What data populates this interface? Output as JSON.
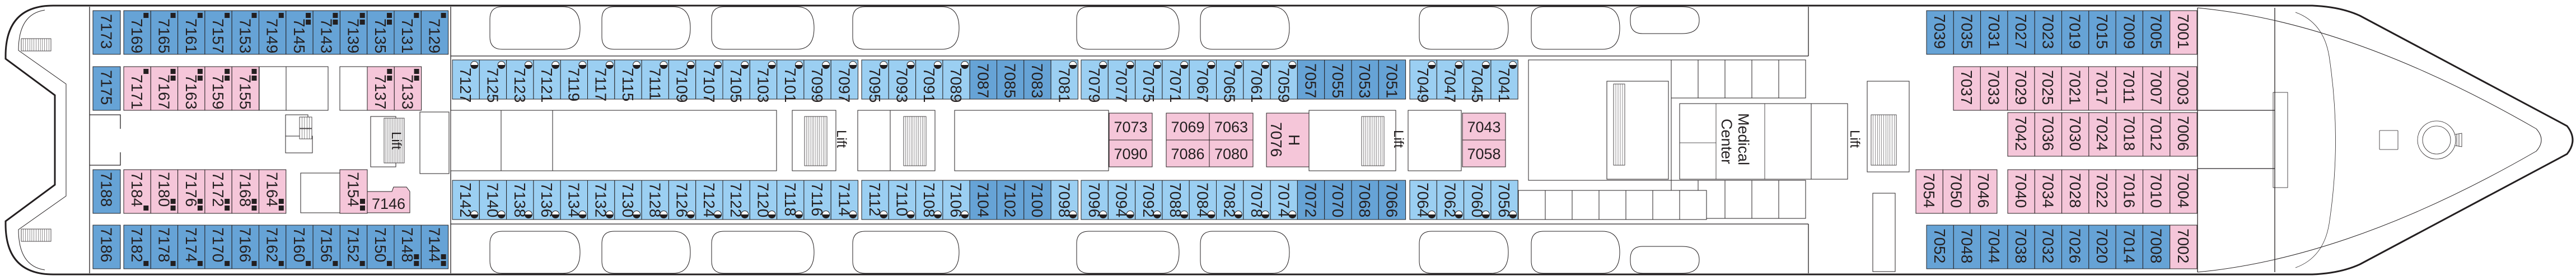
{
  "colors": {
    "category_dark_blue": "#66a3d6",
    "category_light_blue": "#9bcff2",
    "category_pink": "#f5c6d9",
    "outline": "#231f20"
  },
  "labels": {
    "lift": "Lift",
    "medical_center_line1": "Medical",
    "medical_center_line2": "Center"
  },
  "cabins": {
    "stern_row1": [
      {
        "n": "7173",
        "cat": "dark_blue",
        "mark": ""
      },
      {
        "n": "7169",
        "cat": "dark_blue",
        "mark": "sq1"
      },
      {
        "n": "7165",
        "cat": "dark_blue",
        "mark": "sq1"
      },
      {
        "n": "7161",
        "cat": "dark_blue",
        "mark": "sq1"
      },
      {
        "n": "7157",
        "cat": "dark_blue",
        "mark": "sq1"
      },
      {
        "n": "7153",
        "cat": "dark_blue",
        "mark": "sq1"
      },
      {
        "n": "7149",
        "cat": "dark_blue",
        "mark": "sq1"
      },
      {
        "n": "7145",
        "cat": "dark_blue",
        "mark": "sq2"
      },
      {
        "n": "7143",
        "cat": "dark_blue",
        "mark": "sq2"
      },
      {
        "n": "7139",
        "cat": "dark_blue",
        "mark": "sq2"
      },
      {
        "n": "7135",
        "cat": "dark_blue",
        "mark": "sq2"
      },
      {
        "n": "7131",
        "cat": "dark_blue",
        "mark": "sq1"
      },
      {
        "n": "7129",
        "cat": "dark_blue",
        "mark": "sq1"
      }
    ],
    "stern_row2": [
      {
        "n": "7175",
        "cat": "dark_blue",
        "mark": ""
      },
      {
        "n": "7171",
        "cat": "pink",
        "mark": "sq1"
      },
      {
        "n": "7167",
        "cat": "pink",
        "mark": "sq2"
      },
      {
        "n": "7163",
        "cat": "pink",
        "mark": "sq2"
      },
      {
        "n": "7159",
        "cat": "pink",
        "mark": "sq2"
      },
      {
        "n": "7155",
        "cat": "pink",
        "mark": "sq2"
      },
      {
        "n": "7137",
        "cat": "pink",
        "mark": "sq2"
      },
      {
        "n": "7133",
        "cat": "pink",
        "mark": "sq2"
      }
    ],
    "stern_row3": [
      {
        "n": "7188",
        "cat": "dark_blue",
        "mark": ""
      },
      {
        "n": "7184",
        "cat": "pink",
        "mark": "sq1"
      },
      {
        "n": "7180",
        "cat": "pink",
        "mark": "sq2"
      },
      {
        "n": "7176",
        "cat": "pink",
        "mark": "sq2"
      },
      {
        "n": "7172",
        "cat": "pink",
        "mark": "sq2"
      },
      {
        "n": "7168",
        "cat": "pink",
        "mark": "sq2"
      },
      {
        "n": "7164",
        "cat": "pink",
        "mark": "sq2"
      },
      {
        "n": "7154",
        "cat": "pink",
        "mark": "sq2"
      },
      {
        "n": "7146",
        "cat": "pink",
        "mark": ""
      }
    ],
    "stern_row4": [
      {
        "n": "7186",
        "cat": "dark_blue",
        "mark": ""
      },
      {
        "n": "7182",
        "cat": "dark_blue",
        "mark": "sq1"
      },
      {
        "n": "7178",
        "cat": "dark_blue",
        "mark": "sq1"
      },
      {
        "n": "7174",
        "cat": "dark_blue",
        "mark": "sq1"
      },
      {
        "n": "7170",
        "cat": "dark_blue",
        "mark": "sq1"
      },
      {
        "n": "7166",
        "cat": "dark_blue",
        "mark": "sq1"
      },
      {
        "n": "7162",
        "cat": "dark_blue",
        "mark": "sq1"
      },
      {
        "n": "7160",
        "cat": "dark_blue",
        "mark": "sq1"
      },
      {
        "n": "7156",
        "cat": "dark_blue",
        "mark": "sq1"
      },
      {
        "n": "7152",
        "cat": "dark_blue",
        "mark": "sq1"
      },
      {
        "n": "7150",
        "cat": "dark_blue",
        "mark": "sq1"
      },
      {
        "n": "7148",
        "cat": "dark_blue",
        "mark": "sq2"
      },
      {
        "n": "7144",
        "cat": "dark_blue",
        "mark": "sq2"
      }
    ],
    "mid_port": [
      [
        "7127",
        "7125",
        "7123",
        "7121",
        "7119",
        "7117",
        "7115",
        "7111",
        "7109",
        "7107",
        "7105",
        "7103",
        "7101",
        "7099",
        "7097"
      ],
      [
        "7095",
        "7093",
        "7091",
        "7089",
        "7087",
        "7085",
        "7083",
        "7081"
      ],
      [
        "7079",
        "7077",
        "7075",
        "7071",
        "7067",
        "7065",
        "7061",
        "7059",
        "7057",
        "7055",
        "7053",
        "7051"
      ],
      [
        "7049",
        "7047",
        "7045",
        "7041"
      ]
    ],
    "mid_starboard": [
      [
        "7142",
        "7140",
        "7138",
        "7136",
        "7134",
        "7132",
        "7130",
        "7128",
        "7126",
        "7124",
        "7122",
        "7120",
        "7118",
        "7116",
        "7114"
      ],
      [
        "7112",
        "7110",
        "7108",
        "7106",
        "7104",
        "7102",
        "7100",
        "7098"
      ],
      [
        "7096",
        "7094",
        "7092",
        "7088",
        "7084",
        "7082",
        "7078",
        "7074",
        "7072",
        "7070",
        "7068",
        "7066"
      ],
      [
        "7064",
        "7062",
        "7060",
        "7056"
      ]
    ],
    "mid_dark_blue": [
      "7087",
      "7085",
      "7083",
      "7057",
      "7055",
      "7053",
      "7051",
      "7104",
      "7102",
      "7100",
      "7072",
      "7070",
      "7068",
      "7066"
    ],
    "inside_blocks": [
      [
        "7073",
        "7090"
      ],
      [
        "7069",
        "7086"
      ],
      [
        "7063",
        "7080"
      ],
      [
        "7043",
        "7058"
      ]
    ],
    "inside_vertical": {
      "n": "7076",
      "tag": "H"
    },
    "bow_row1": [
      {
        "n": "7039",
        "cat": "dark_blue"
      },
      {
        "n": "7035",
        "cat": "dark_blue"
      },
      {
        "n": "7031",
        "cat": "dark_blue"
      },
      {
        "n": "7027",
        "cat": "dark_blue"
      },
      {
        "n": "7023",
        "cat": "dark_blue"
      },
      {
        "n": "7019",
        "cat": "dark_blue"
      },
      {
        "n": "7015",
        "cat": "dark_blue"
      },
      {
        "n": "7009",
        "cat": "dark_blue"
      },
      {
        "n": "7005",
        "cat": "dark_blue"
      },
      {
        "n": "7001",
        "cat": "pink"
      }
    ],
    "bow_row2": [
      "7037",
      "7033",
      "7029",
      "7025",
      "7021",
      "7017",
      "7011",
      "7007",
      "7003"
    ],
    "bow_row3": [
      "7042",
      "7036",
      "7030",
      "7024",
      "7018",
      "7012",
      "7006"
    ],
    "bow_row4a": [
      "7054",
      "7050",
      "7046"
    ],
    "bow_row4b": [
      "7040",
      "7034",
      "7028",
      "7022",
      "7016",
      "7010",
      "7004"
    ],
    "bow_row5": [
      {
        "n": "7052",
        "cat": "dark_blue"
      },
      {
        "n": "7048",
        "cat": "dark_blue"
      },
      {
        "n": "7044",
        "cat": "dark_blue"
      },
      {
        "n": "7038",
        "cat": "dark_blue"
      },
      {
        "n": "7032",
        "cat": "dark_blue"
      },
      {
        "n": "7026",
        "cat": "dark_blue"
      },
      {
        "n": "7020",
        "cat": "dark_blue"
      },
      {
        "n": "7014",
        "cat": "dark_blue"
      },
      {
        "n": "7008",
        "cat": "dark_blue"
      },
      {
        "n": "7002",
        "cat": "pink"
      }
    ]
  }
}
